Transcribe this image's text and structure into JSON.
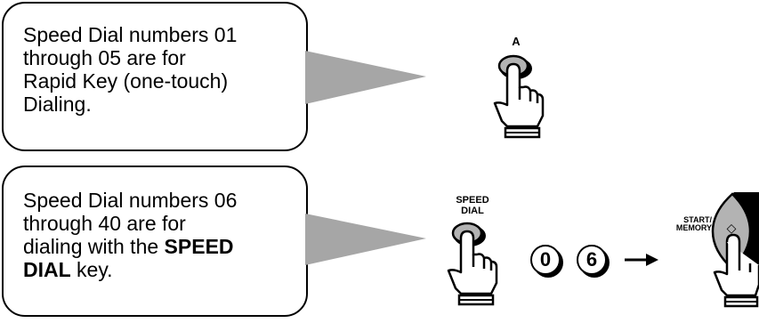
{
  "callouts": [
    {
      "lines": [
        "Speed Dial numbers 01",
        "through 05 are for",
        "Rapid Key (one-touch)",
        "Dialing."
      ]
    },
    {
      "lines": [
        "Speed Dial numbers 06",
        "through 40 are for",
        "dialing with the "
      ],
      "bold_1": "SPEED",
      "bold_2": "DIAL",
      "tail": " key."
    }
  ],
  "keys": {
    "rapid_key_label": "A",
    "speed_dial_label_line1": "SPEED",
    "speed_dial_label_line2": "DIAL",
    "digit_1": "0",
    "digit_2": "6",
    "start_label_line1": "START/",
    "start_label_line2": "MEMORY",
    "start_symbol": "◇"
  },
  "colors": {
    "pointer_gray": "#a6a6a6",
    "button_gray": "#b3b3b3"
  }
}
